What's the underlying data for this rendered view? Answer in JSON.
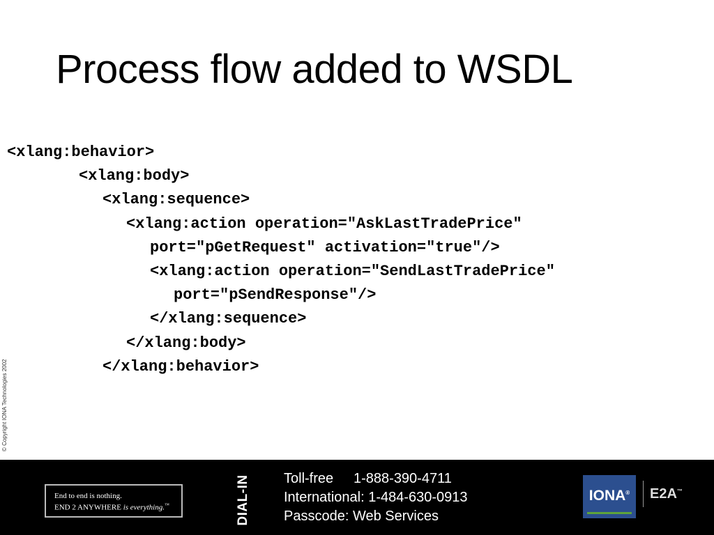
{
  "slide": {
    "title": "Process flow added to WSDL"
  },
  "code": {
    "lines": [
      {
        "indent": 0,
        "text": "<xlang:behavior>"
      },
      {
        "indent": 1,
        "text": "<xlang:body>"
      },
      {
        "indent": 2,
        "text": "<xlang:sequence>"
      },
      {
        "indent": 3,
        "text": "<xlang:action operation=\"AskLastTradePrice\""
      },
      {
        "indent": 4,
        "text": "port=\"pGetRequest\" activation=\"true\"/>"
      },
      {
        "indent": 4,
        "text": "<xlang:action operation=\"SendLastTradePrice\""
      },
      {
        "indent": 5,
        "text": "port=\"pSendResponse\"/>"
      },
      {
        "indent": 4,
        "text": "</xlang:sequence>"
      },
      {
        "indent": 3,
        "text": "</xlang:body>"
      },
      {
        "indent": 2,
        "text": "</xlang:behavior>"
      }
    ]
  },
  "copyright": "© Copyright IONA Technologies 2002",
  "footer": {
    "tagline_line1": "End to end is nothing.",
    "tagline_line2_prefix": "END 2 ANYWHERE ",
    "tagline_line2_em": "is everything.",
    "tagline_tm": "™",
    "dial_in": "DIAL-IN",
    "tollfree_label": "Toll-free",
    "tollfree_number": "1-888-390-4711",
    "international": "International: 1-484-630-0913",
    "passcode": "Passcode: Web Services",
    "logo_iona": "IONA",
    "logo_iona_mark": "®",
    "logo_e2a": "E2A",
    "logo_e2a_tm": "™"
  },
  "colors": {
    "background": "#ffffff",
    "footer_bg": "#000000",
    "iona_blue": "#2c4f8f",
    "iona_green": "#5ea33b"
  }
}
